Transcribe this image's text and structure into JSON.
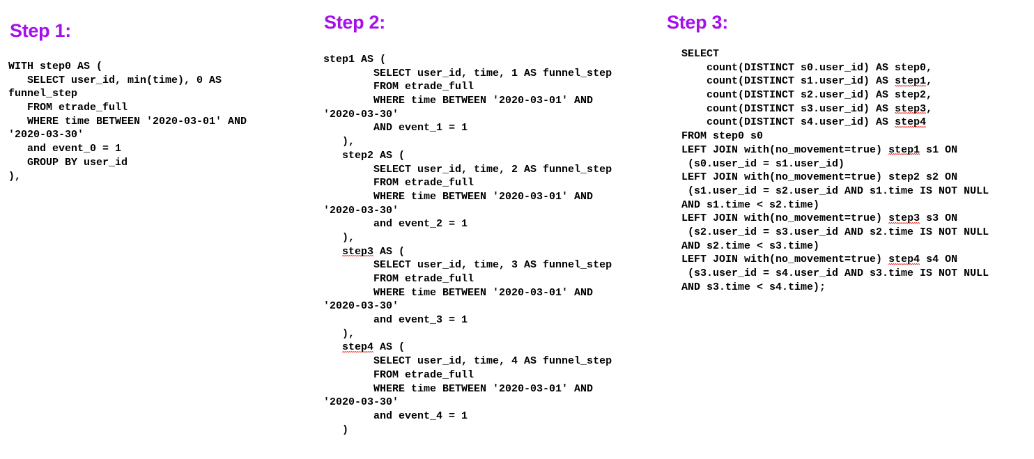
{
  "theme": {
    "heading_color": "#a50fec",
    "code_color": "#000000",
    "background_color": "#ffffff",
    "spellcheck_underline_color": "#e8322a"
  },
  "columns": [
    {
      "id": "step-1",
      "heading": "Step 1:",
      "code_lines": [
        "WITH step0 AS (",
        "   SELECT user_id, min(time), 0 AS",
        "funnel_step",
        "   FROM etrade_full",
        "   WHERE time BETWEEN '2020-03-01' AND",
        "'2020-03-30'",
        "   and event_0 = 1",
        "   GROUP BY user_id",
        "),"
      ]
    },
    {
      "id": "step-2",
      "heading": "Step 2:",
      "code_lines": [
        "step1 AS (",
        "        SELECT user_id, time, 1 AS funnel_step",
        "        FROM etrade_full",
        "        WHERE time BETWEEN '2020-03-01' AND",
        "'2020-03-30'",
        "        AND event_1 = 1",
        "   ),",
        "   step2 AS (",
        "        SELECT user_id, time, 2 AS funnel_step",
        "        FROM etrade_full",
        "        WHERE time BETWEEN '2020-03-01' AND",
        "'2020-03-30'",
        "        and event_2 = 1",
        "   ),",
        "   step3 AS (",
        "        SELECT user_id, time, 3 AS funnel_step",
        "        FROM etrade_full",
        "        WHERE time BETWEEN '2020-03-01' AND",
        "'2020-03-30'",
        "        and event_3 = 1",
        "   ),",
        "   step4 AS (",
        "        SELECT user_id, time, 4 AS funnel_step",
        "        FROM etrade_full",
        "        WHERE time BETWEEN '2020-03-01' AND",
        "'2020-03-30'",
        "        and event_4 = 1",
        "   )"
      ],
      "misspelled_tokens": [
        "step3",
        "step4"
      ]
    },
    {
      "id": "step-3",
      "heading": "Step 3:",
      "code_lines": [
        "SELECT",
        "    count(DISTINCT s0.user_id) AS step0,",
        "    count(DISTINCT s1.user_id) AS step1,",
        "    count(DISTINCT s2.user_id) AS step2,",
        "    count(DISTINCT s3.user_id) AS step3,",
        "    count(DISTINCT s4.user_id) AS step4",
        "FROM step0 s0",
        "LEFT JOIN with(no_movement=true) step1 s1 ON",
        " (s0.user_id = s1.user_id)",
        "LEFT JOIN with(no_movement=true) step2 s2 ON",
        " (s1.user_id = s2.user_id AND s1.time IS NOT NULL",
        "AND s1.time < s2.time)",
        "LEFT JOIN with(no_movement=true) step3 s3 ON",
        " (s2.user_id = s3.user_id AND s2.time IS NOT NULL",
        "AND s2.time < s3.time)",
        "LEFT JOIN with(no_movement=true) step4 s4 ON",
        " (s3.user_id = s4.user_id AND s3.time IS NOT NULL",
        "AND s3.time < s4.time);"
      ],
      "misspelled_tokens": [
        "step1",
        "step3",
        "step4"
      ]
    }
  ]
}
